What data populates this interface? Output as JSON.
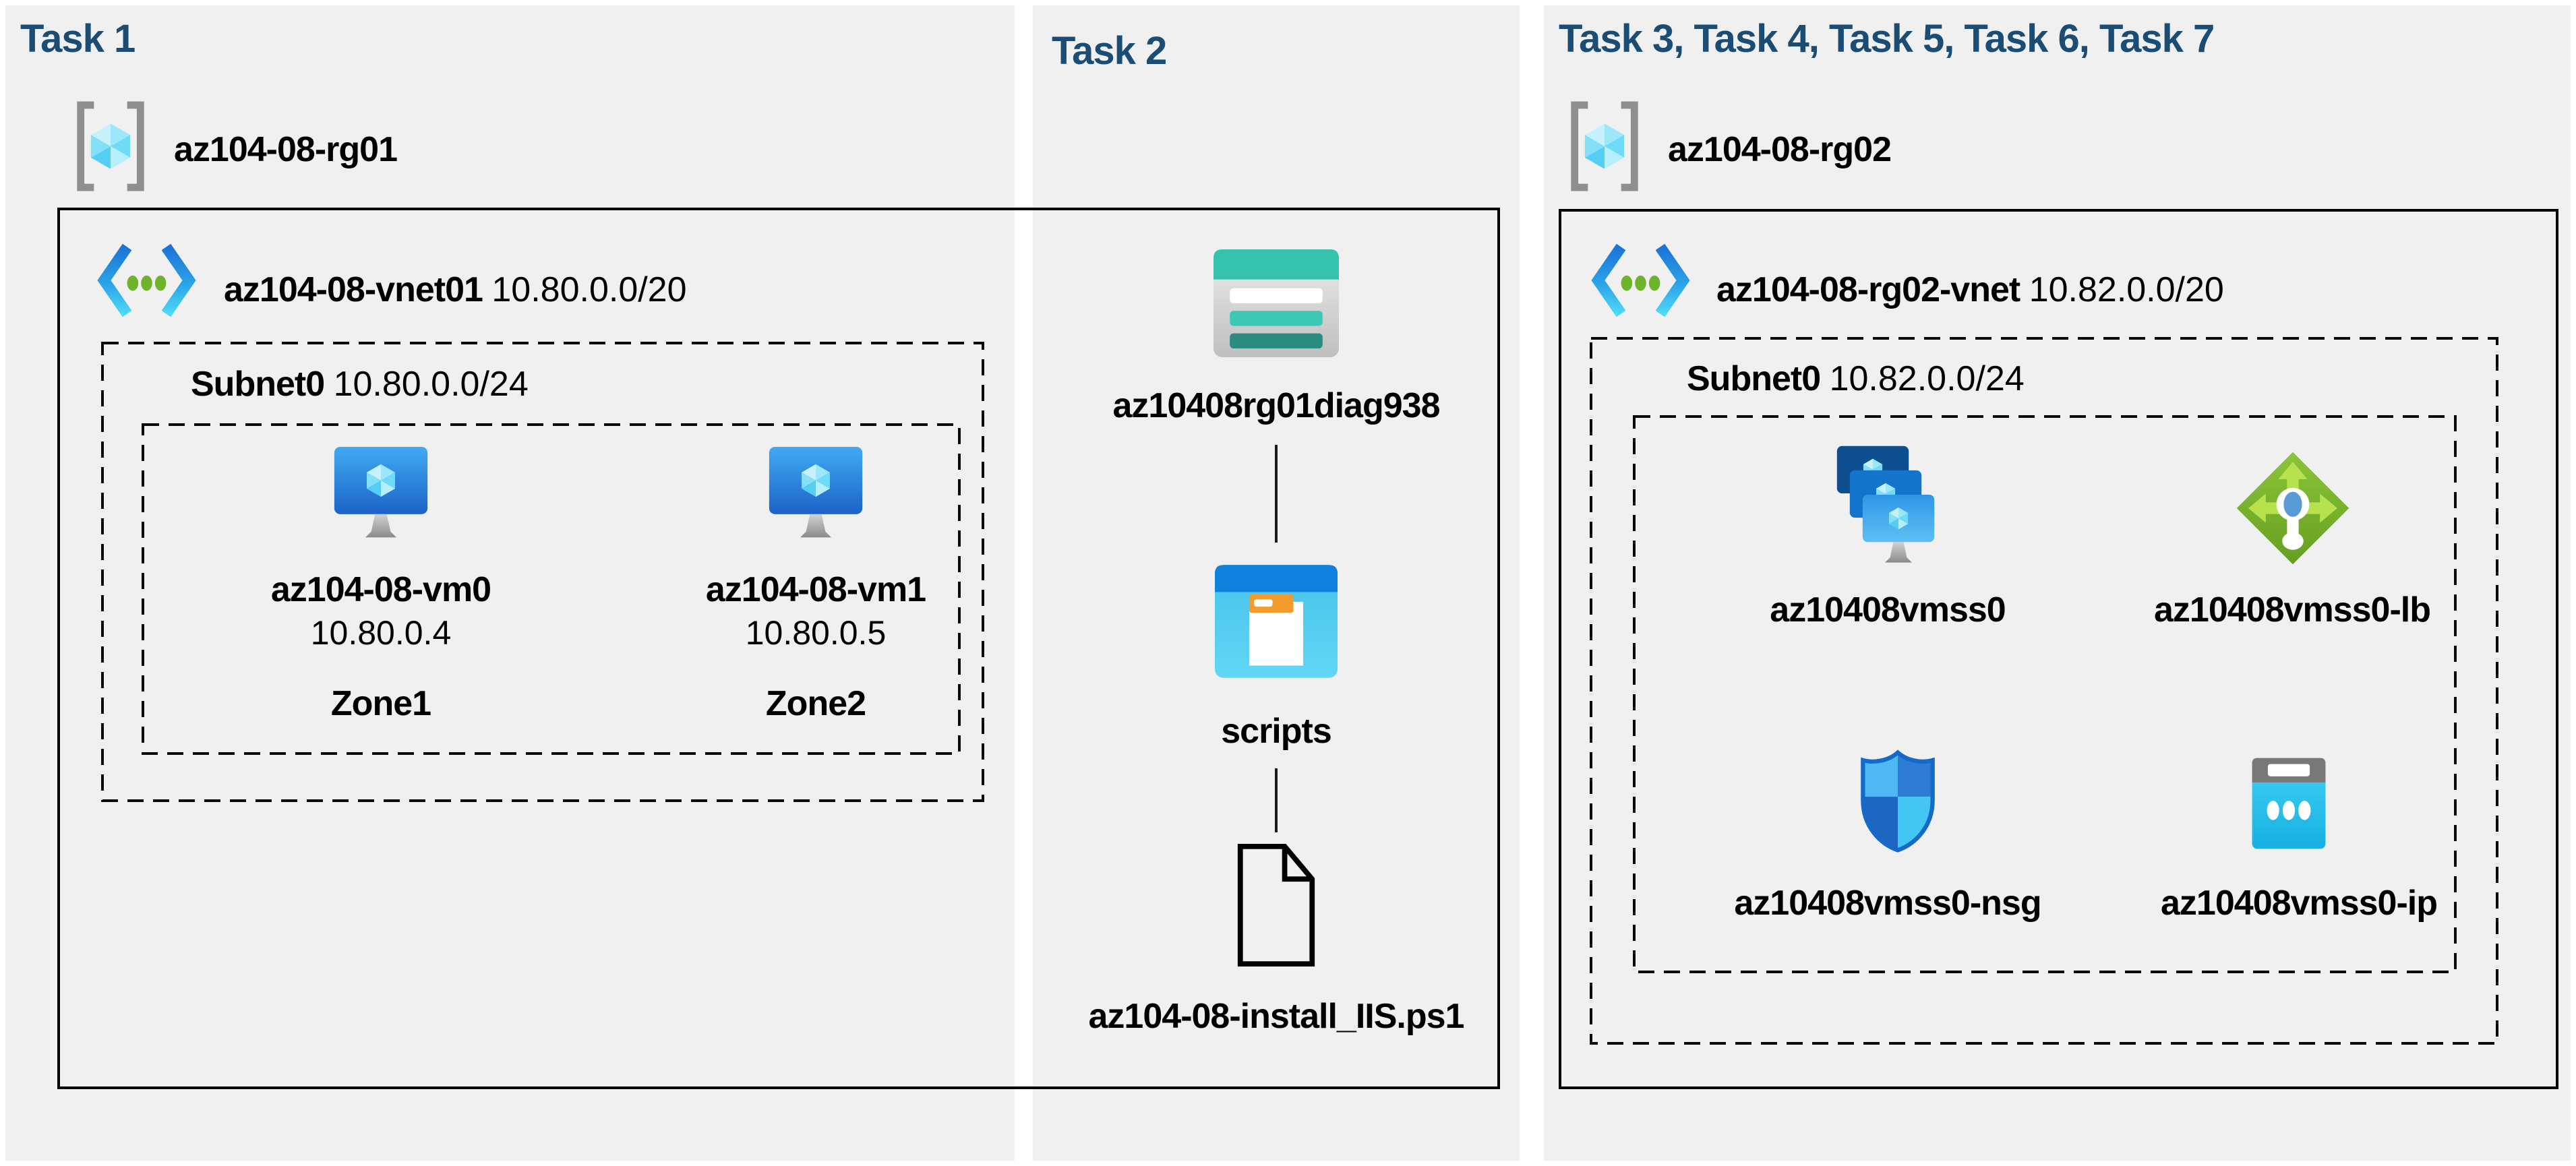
{
  "colors": {
    "page_bg": "#ffffff",
    "panel_bg": "#f0f0f1",
    "title_navy": "#1a4c74",
    "text_black": "#000000",
    "box_border": "#000000",
    "rg_bracket_gray": "#8f8f8f",
    "vnet_blue": "#1b74d6",
    "vnet_cyan": "#4fd8f7",
    "vnet_dot_green": "#6db32b",
    "vm_blue_top": "#41aaf2",
    "vm_blue_bottom": "#1b63c8",
    "cube_cyan_light": "#c7f2fd",
    "storage_teal": "#36c3ae",
    "storage_teal_dark": "#2a8d80",
    "scripts_header_blue": "#0f80dc",
    "scripts_body_cyan": "#4cc7ed",
    "folder_tab_orange": "#f39b2d",
    "lb_green": "#7ab830",
    "lb_arrow_green": "#b7e24e",
    "lb_dot_blue": "#5b9bd5",
    "nsg_border_blue": "#1569c8",
    "ip_band_gray": "#787878",
    "ip_body_cyan": "#2cc2ec"
  },
  "icons": {
    "resource_group": "resource-group-icon",
    "virtual_network": "vnet-icon",
    "virtual_machine": "vm-icon",
    "storage_account": "storage-account-icon",
    "blob_container": "blob-container-icon",
    "powershell_file": "script-file-icon",
    "vm_scale_set": "vmss-icon",
    "load_balancer": "load-balancer-icon",
    "network_security_group": "nsg-icon",
    "public_ip": "public-ip-icon"
  },
  "panels": {
    "task1": {
      "title": "Task 1",
      "resource_group": "az104-08-rg01",
      "vnet_name": "az104-08-vnet01",
      "vnet_cidr": "10.80.0.0/20",
      "subnet_name": "Subnet0",
      "subnet_cidr": "10.80.0.0/24",
      "vms": [
        {
          "name": "az104-08-vm0",
          "ip": "10.80.0.4",
          "zone": "Zone1"
        },
        {
          "name": "az104-08-vm1",
          "ip": "10.80.0.5",
          "zone": "Zone2"
        }
      ]
    },
    "task2": {
      "title": "Task 2",
      "storage_account": "az10408rg01diag938",
      "container": "scripts",
      "script_file": "az104-08-install_IIS.ps1"
    },
    "task3": {
      "title": "Task 3, Task 4, Task 5, Task 6, Task 7",
      "resource_group": "az104-08-rg02",
      "vnet_name": "az104-08-rg02-vnet",
      "vnet_cidr": "10.82.0.0/20",
      "subnet_name": "Subnet0",
      "subnet_cidr": "10.82.0.0/24",
      "resources": [
        {
          "name": "az10408vmss0"
        },
        {
          "name": "az10408vmss0-lb"
        },
        {
          "name": "az10408vmss0-nsg"
        },
        {
          "name": "az10408vmss0-ip"
        }
      ]
    }
  }
}
